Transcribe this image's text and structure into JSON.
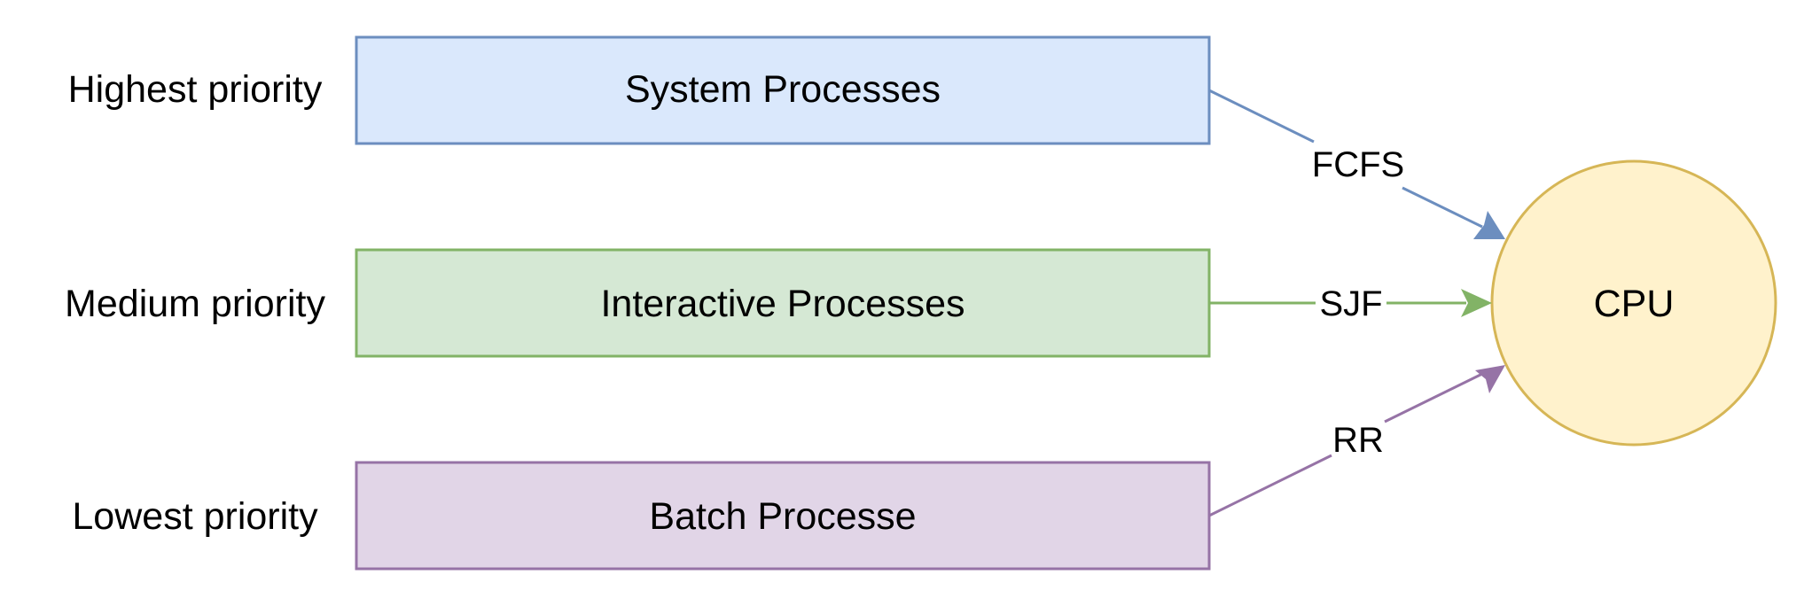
{
  "diagram": {
    "priorities": [
      {
        "label": "Highest priority"
      },
      {
        "label": "Medium priority"
      },
      {
        "label": "Lowest priority"
      }
    ],
    "queues": [
      {
        "label": "System Processes",
        "fill": "#dae8fc",
        "stroke": "#6c8ebf"
      },
      {
        "label": "Interactive Processes",
        "fill": "#d5e8d4",
        "stroke": "#82b366"
      },
      {
        "label": "Batch Processe",
        "fill": "#e1d5e7",
        "stroke": "#9673a6"
      }
    ],
    "cpu": {
      "label": "CPU",
      "fill": "#fff2cc",
      "stroke": "#d6b656"
    },
    "edges": [
      {
        "from": "System Processes",
        "to": "CPU",
        "label": "FCFS",
        "color": "#6c8ebf"
      },
      {
        "from": "Interactive Processes",
        "to": "CPU",
        "label": "SJF",
        "color": "#82b366"
      },
      {
        "from": "Batch Processe",
        "to": "CPU",
        "label": "RR",
        "color": "#9673a6"
      }
    ]
  }
}
